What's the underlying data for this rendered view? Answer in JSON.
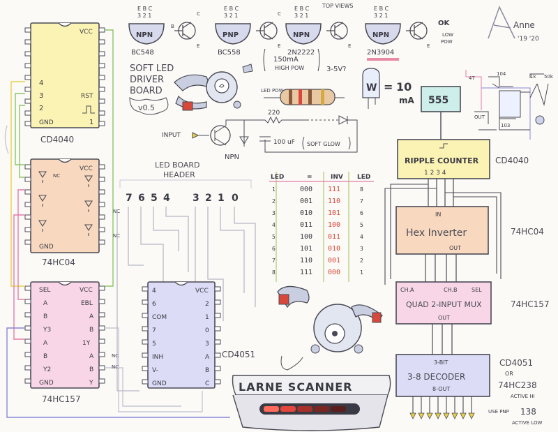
{
  "transistors": [
    {
      "pins": "E B C",
      "nums": "3 2 1",
      "type": "NPN",
      "part": "BC548"
    },
    {
      "pins": "E B C",
      "nums": "3 2 1",
      "type": "PNP",
      "part": "BC558"
    },
    {
      "pins": "E B C",
      "nums": "3 2 1",
      "type": "NPN",
      "part": "2N2222"
    },
    {
      "pins": "E B C",
      "nums": "3 2 1",
      "type": "NPN",
      "part": "2N3904"
    }
  ],
  "transistor_notes": {
    "top_view": "TOP VIEWS",
    "current": "150mA",
    "high_pow": "HIGH POW",
    "voltage": "3-5V?",
    "ok": "OK",
    "low": "LOW",
    "pow": "POW"
  },
  "signature": {
    "name": "Anne",
    "years": "'19 '20"
  },
  "led_board": {
    "title_1": "SOFT LED",
    "title_2": "DRIVER",
    "title_3": "BOARD",
    "version": "v0.5",
    "led_pow": "LED POW",
    "input": "INPUT",
    "npn": "NPN",
    "resistor": "220",
    "cap": "100 uF",
    "soft_glow": "SOFT GLOW"
  },
  "led_current": {
    "w": "W",
    "eq": "=",
    "value": "10",
    "unit": "mA"
  },
  "header": {
    "label_1": "LED BOARD",
    "label_2": "HEADER",
    "upper": [
      "7",
      "6",
      "5",
      "4"
    ],
    "lower": [
      "3",
      "2",
      "1",
      "0"
    ]
  },
  "truth_table": {
    "headers": [
      "LED",
      "=",
      "INV",
      "LED"
    ],
    "rows": [
      [
        "1",
        "000",
        "111",
        "8"
      ],
      [
        "2",
        "001",
        "110",
        "7"
      ],
      [
        "3",
        "010",
        "101",
        "6"
      ],
      [
        "4",
        "011",
        "100",
        "5"
      ],
      [
        "5",
        "100",
        "011",
        "4"
      ],
      [
        "6",
        "101",
        "010",
        "3"
      ],
      [
        "7",
        "110",
        "001",
        "2"
      ],
      [
        "8",
        "111",
        "000",
        "1"
      ]
    ]
  },
  "chips": {
    "cd4040": {
      "vcc": "VCC",
      "p4": "4",
      "p3": "3",
      "p2": "2",
      "gnd": "GND",
      "rst": "RST",
      "one": "1",
      "label": "CD4040"
    },
    "hc04": {
      "vcc": "VCC",
      "nc": "NC",
      "gnd": "GND",
      "label": "74HC04"
    },
    "hc157": {
      "sel": "SEL",
      "vcc": "VCC",
      "ebl": "EBL",
      "a": "A",
      "b": "B",
      "y": "Y",
      "y3": "Y3",
      "y1": "1Y",
      "y2": "Y2",
      "gnd": "GND",
      "label": "74HC157"
    },
    "cd4051": {
      "p4": "4",
      "p6": "6",
      "com": "COM",
      "p7": "7",
      "p5": "5",
      "inh": "INH",
      "vminus": "V-",
      "gnd": "GND",
      "vcc": "VCC",
      "p2": "2",
      "p1": "1",
      "p0": "0",
      "p3": "3",
      "a": "A",
      "b": "B",
      "c": "C",
      "label": "CD4051"
    }
  },
  "side_labels": {
    "nc": "NC",
    "nc2": "NC",
    "nc3": "NC",
    "nc4": "NC"
  },
  "block_diagram": {
    "timer": "555",
    "ripple": "RIPPLE COUNTER",
    "ripple_pins": "1 2 3 4",
    "ripple_part": "CD4040",
    "inverter_in": "IN",
    "inverter": "Hex Inverter",
    "inverter_out": "OUT",
    "inverter_part": "74HC04",
    "mux_cha": "CH.A",
    "mux_chb": "CH.B",
    "mux_sel": "SEL",
    "mux": "QUAD 2-INPUT MUX",
    "mux_out": "OUT",
    "mux_part": "74HC157",
    "decoder_bit": "3-BIT",
    "decoder": "3-8 DECODER",
    "decoder_out": "8-OUT",
    "decoder_part_1": "CD4051",
    "decoder_or": "OR",
    "decoder_part_2": "74HC238",
    "active_hi": "ACTIVE HI",
    "use_pnp": "USE PNP",
    "alt_part": "138",
    "active_low": "ACTIVE LOW"
  },
  "schematic_555": {
    "c1": "47",
    "c2": "104",
    "r1": "1k",
    "r2": "50k",
    "c3": "103",
    "out": "OUT"
  },
  "scanner": {
    "title": "LARNE SCANNER"
  },
  "colors": {
    "yellow": "#fbf3b4",
    "peach": "#f8d9bf",
    "pink": "#f8d6e8",
    "lavender": "#dcdcf6",
    "teal": "#cdeee9",
    "green": "#dbf0b4",
    "wire_yellow": "#e8cf4a",
    "wire_green": "#8cc46a",
    "wire_pink": "#e67aa8",
    "wire_purple": "#8a86d6",
    "red": "#e2463c"
  }
}
